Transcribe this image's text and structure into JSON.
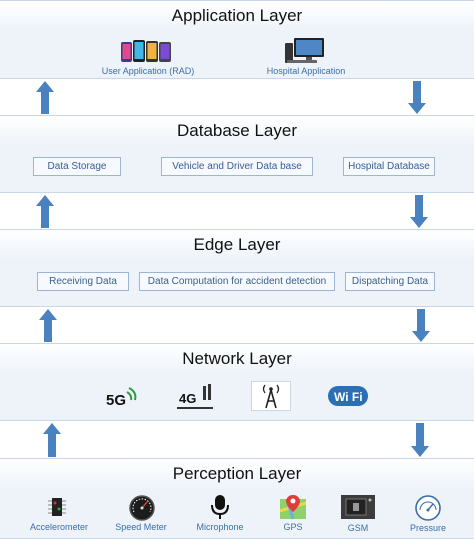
{
  "layers": [
    {
      "title": "Application Layer",
      "items": [
        "User Application (RAD)",
        "Hospital Application"
      ]
    },
    {
      "title": "Database Layer",
      "items": [
        "Data Storage",
        "Vehicle and Driver Data base",
        "Hospital Database"
      ]
    },
    {
      "title": "Edge Layer",
      "items": [
        "Receiving Data",
        "Data Computation for accident detection",
        "Dispatching Data"
      ]
    },
    {
      "title": "Network Layer",
      "items": [
        "5G",
        "4G",
        "tower-icon",
        "Wi Fi"
      ]
    },
    {
      "title": "Perception Layer",
      "items": [
        "Accelerometer",
        "Speed Meter",
        "Microphone",
        "GPS",
        "GSM",
        "Pressure"
      ]
    }
  ],
  "colors": {
    "arrow": "#4a82bf",
    "layer_bg": "#eef3fa",
    "label_text": "#3a5f8f"
  }
}
